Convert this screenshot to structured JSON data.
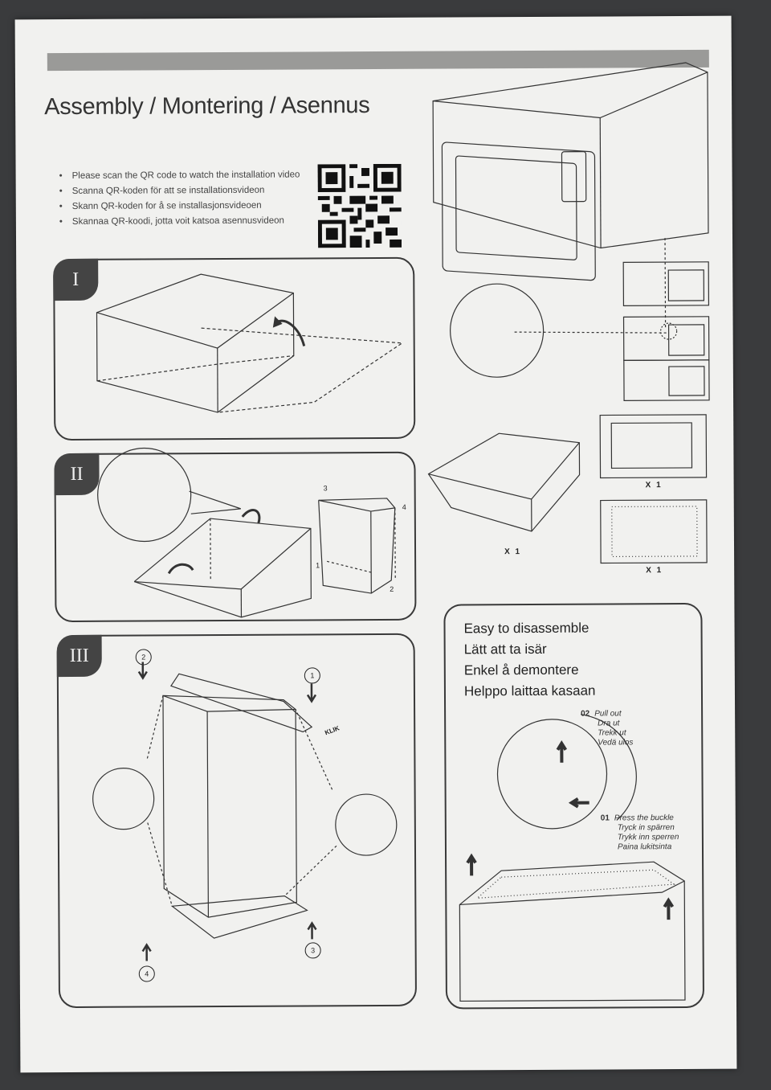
{
  "title": "Assembly / Montering / Asennus",
  "instructions": [
    "Please scan the QR code to watch the installation video",
    "Scanna QR-koden för att se installationsvideon",
    "Skann QR-koden for å se installasjonsvideoen",
    "Skannaa QR-koodi, jotta voit katsoa asennusvideon"
  ],
  "steps": [
    "I",
    "II",
    "III"
  ],
  "step2_corners": [
    "3",
    "4",
    "1",
    "2"
  ],
  "step3_markers": [
    "2",
    "1",
    "4",
    "3"
  ],
  "click_sound": "KLIK",
  "part_counts": [
    "X 1",
    "X 1",
    "X 1"
  ],
  "disassemble": {
    "lines": [
      "Easy to disassemble",
      "Lätt att ta isär",
      "Enkel å demontere",
      "Helppo laittaa kasaan"
    ],
    "step02": {
      "num": "02",
      "lines": [
        "Pull out",
        "Dra ut",
        "Trekk ut",
        "Vedä ulos"
      ]
    },
    "step01": {
      "num": "01",
      "lines": [
        "Press the buckle",
        "Tryck in spärren",
        "Trykk inn sperren",
        "Paina lukitsinta"
      ]
    }
  }
}
